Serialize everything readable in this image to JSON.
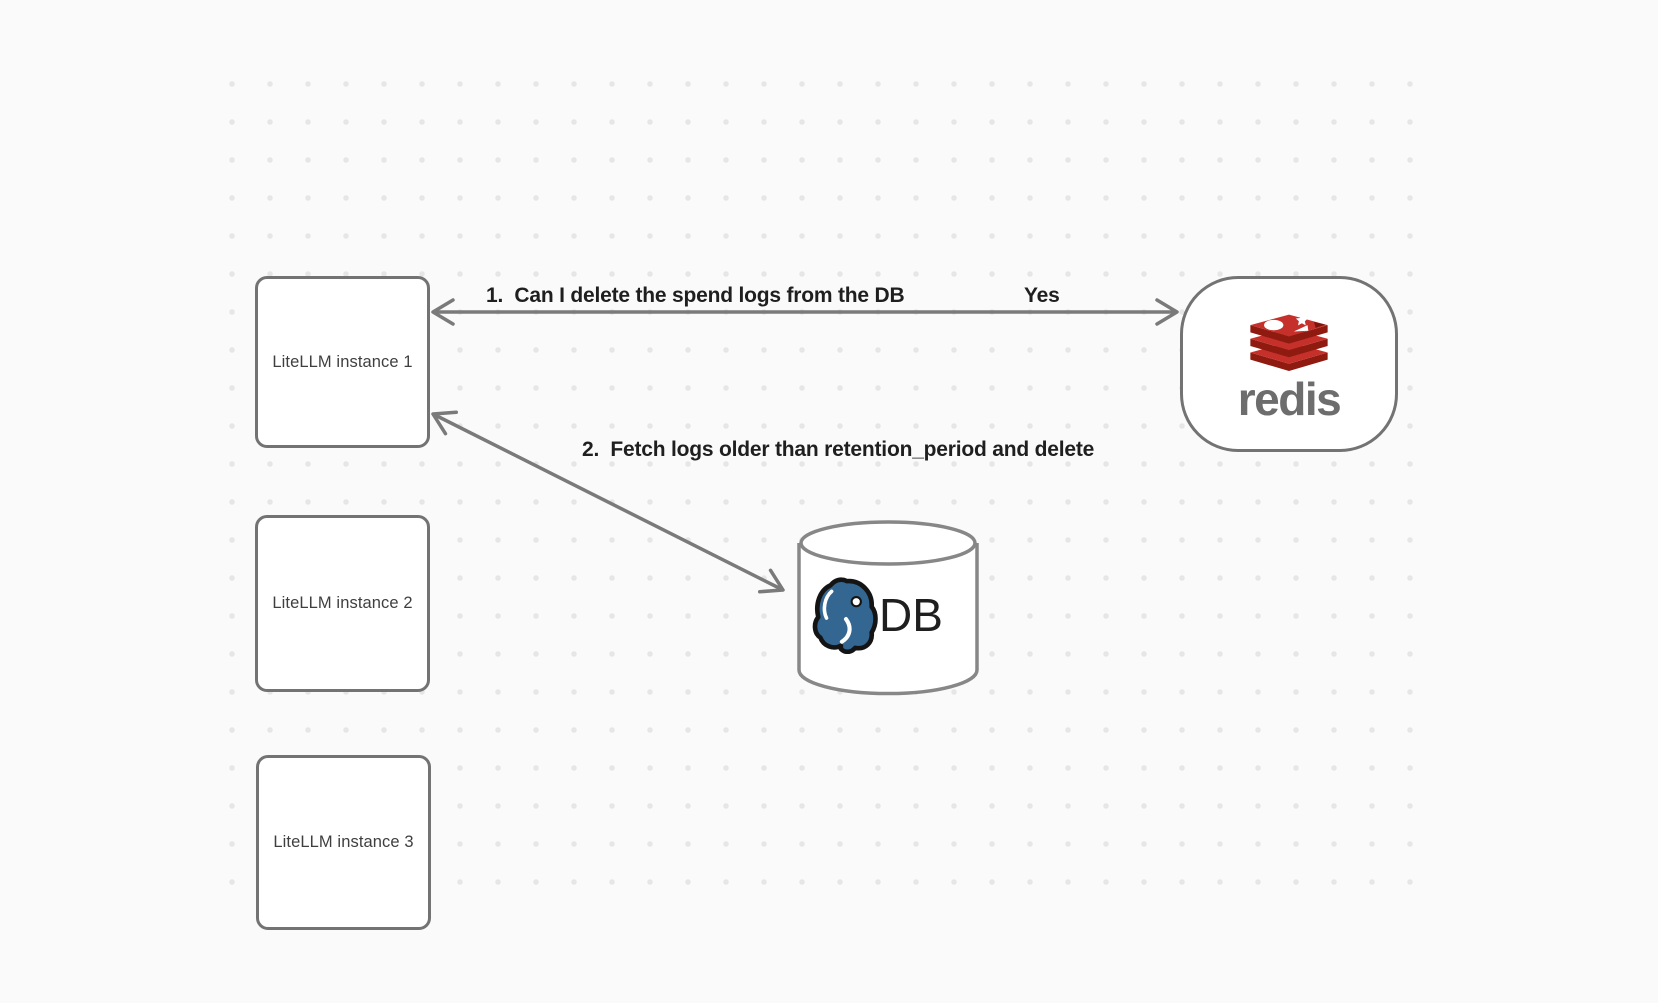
{
  "canvas": {
    "background_color": "#fafafa",
    "dot_grid_color": "#e6e6e6"
  },
  "nodes": {
    "instance1": {
      "label": "LiteLLM instance 1"
    },
    "instance2": {
      "label": "LiteLLM instance 2"
    },
    "instance3": {
      "label": "LiteLLM instance 3"
    },
    "redis": {
      "wordmark": "redis"
    },
    "db": {
      "label": "DB"
    }
  },
  "edges": {
    "edge1": {
      "label": "1.  Can I delete the spend logs from the DB",
      "response_label": "Yes",
      "from": "LiteLLM instance 1",
      "to": "redis",
      "direction": "bidirectional"
    },
    "edge2": {
      "label": "2.  Fetch logs older than retention_period and delete",
      "from": "LiteLLM instance 1",
      "to": "DB",
      "direction": "bidirectional"
    }
  },
  "icons": {
    "redis_logo": "redis-cube-stack-logo",
    "db_logo": "postgresql-elephant-logo"
  },
  "colors": {
    "shape_border": "#737373",
    "arrow": "#7a7a7a",
    "edge_label_text": "#1f1f1f",
    "box_label_text": "#3f3f3f",
    "redis_red": "#c6302b",
    "redis_dark_red": "#8f1a10",
    "redis_wordmark": "#6d6d6d",
    "postgres_blue": "#336791"
  }
}
